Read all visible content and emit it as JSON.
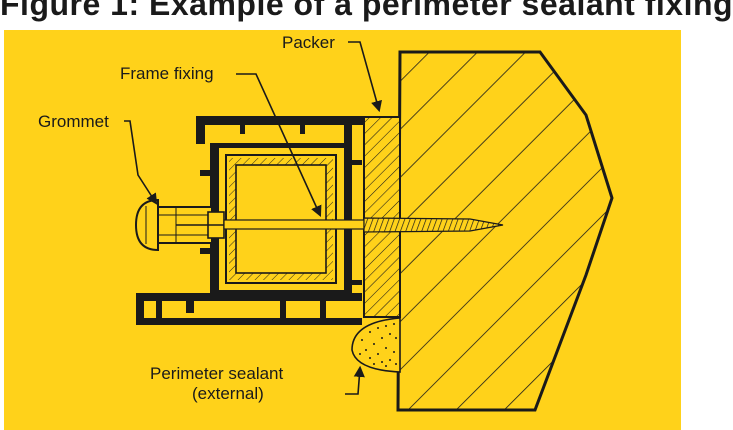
{
  "title": "Figure 1: Example of a perimeter sealant fixing",
  "colors": {
    "background": "#FFD21A",
    "ink": "#1a1a1a",
    "title_bg": "#ffffff"
  },
  "labels": {
    "packer": "Packer",
    "frame_fixing": "Frame fixing",
    "grommet": "Grommet",
    "perimeter_sealant_line1": "Perimeter sealant",
    "perimeter_sealant_line2": "(external)"
  }
}
